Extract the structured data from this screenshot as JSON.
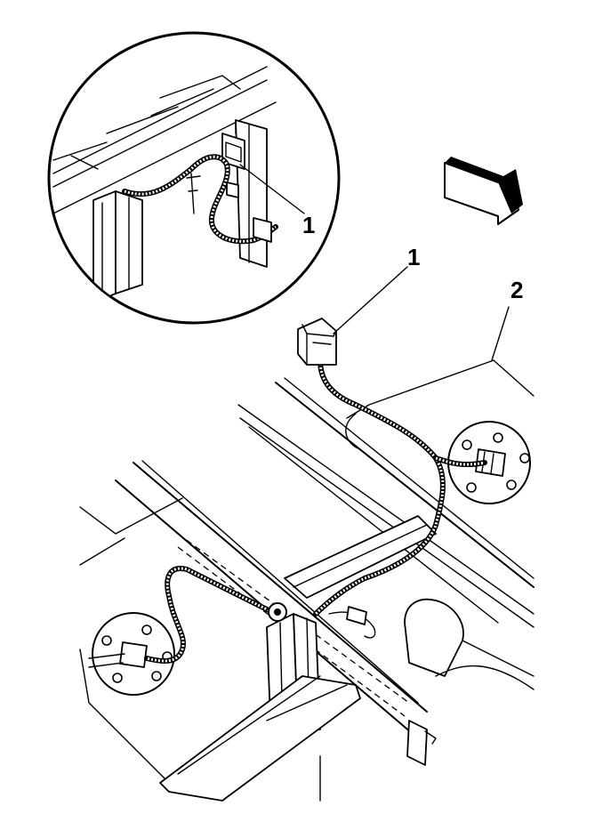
{
  "callouts": [
    {
      "id": "inset-connector",
      "label": "1"
    },
    {
      "id": "main-connector",
      "label": "1"
    },
    {
      "id": "fuel-tank",
      "label": "2"
    }
  ],
  "icons": {
    "direction_arrow": "forward-arrow-icon"
  }
}
